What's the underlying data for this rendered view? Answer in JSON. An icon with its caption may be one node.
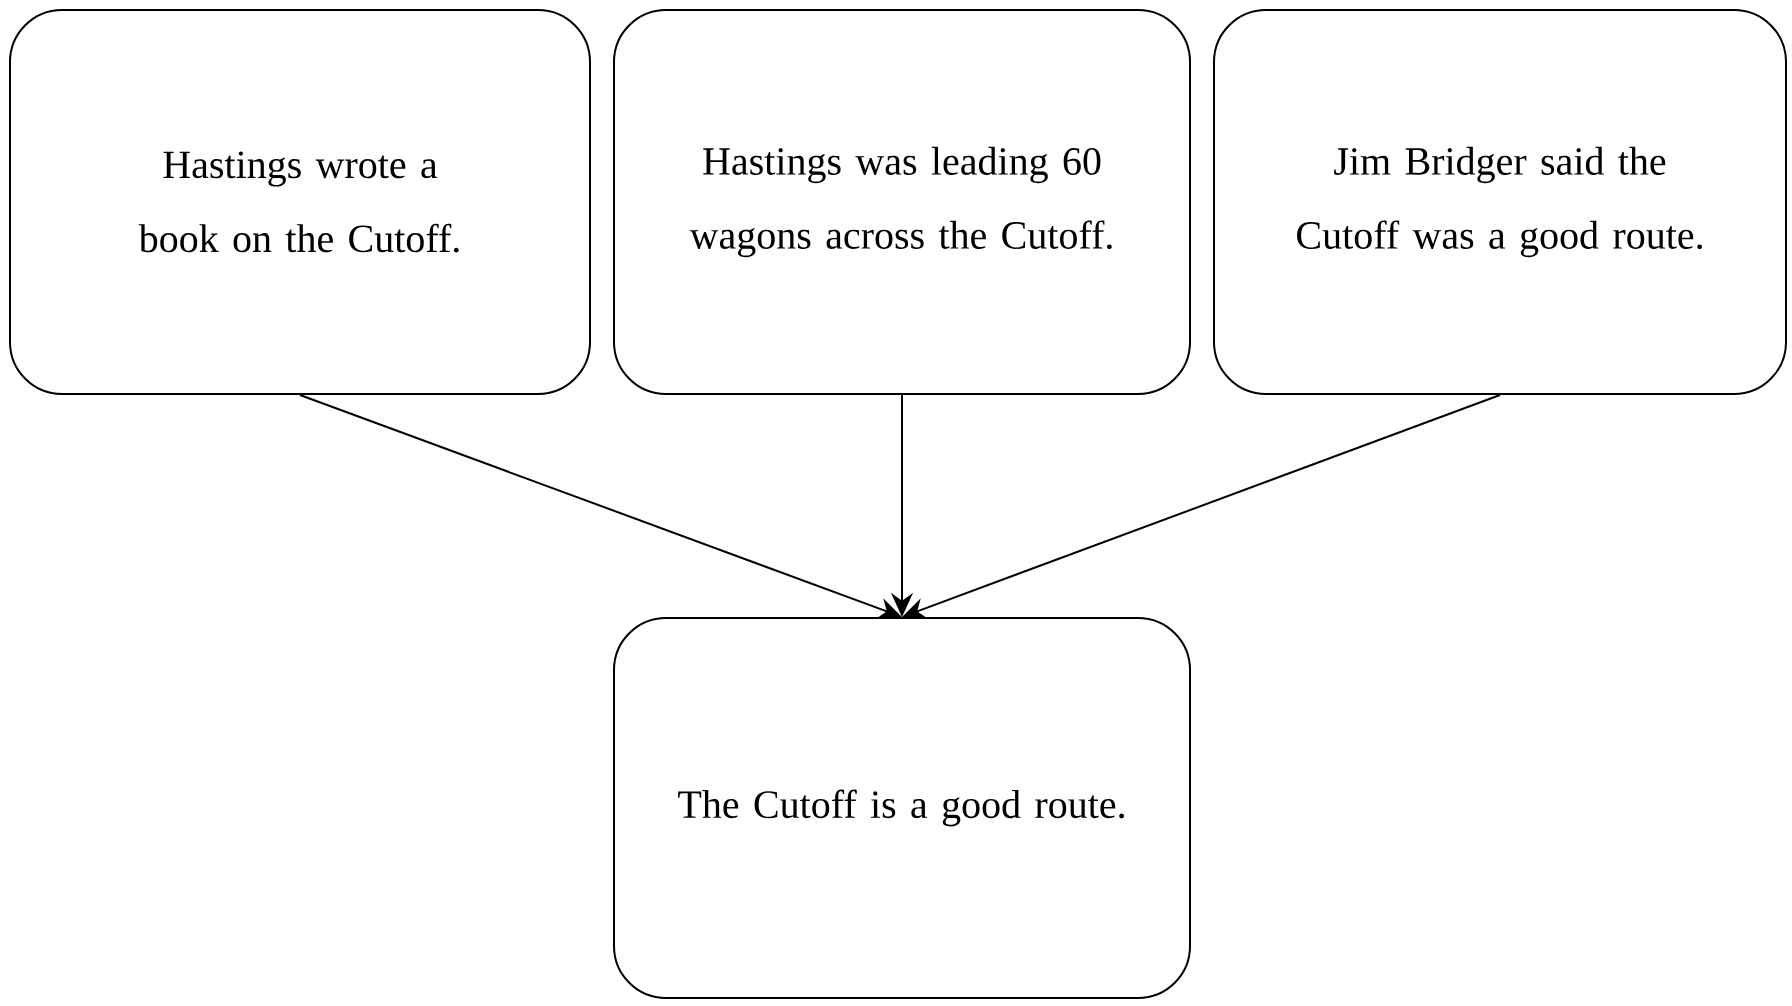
{
  "diagram": {
    "nodes": [
      {
        "text": [
          "Hastings wrote a book on the Cutoff."
        ]
      },
      {
        "text": [
          "Hastings was leading 60 wagons across the Cutoff."
        ]
      },
      {
        "text": [
          "Jim Bridger said the Cutoff was a good route."
        ]
      },
      {
        "text": [
          "The Cutoff is a good route."
        ]
      }
    ],
    "edges": [
      {
        "from": 0,
        "to": 3,
        "arrow": "to"
      },
      {
        "from": 1,
        "to": 3,
        "arrow": "to"
      },
      {
        "from": 2,
        "to": 3,
        "arrow": "to"
      }
    ]
  }
}
